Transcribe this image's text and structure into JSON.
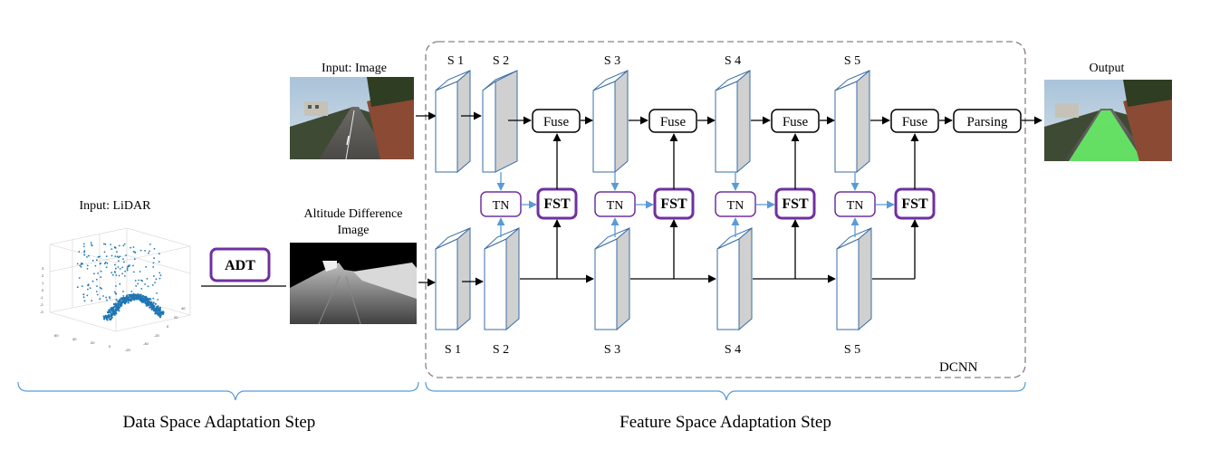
{
  "labels": {
    "input_image": "Input: Image",
    "input_lidar": "Input: LiDAR",
    "altitude_line1": "Altitude Difference",
    "altitude_line2": "Image",
    "output": "Output",
    "adt": "ADT",
    "dcnn": "DCNN",
    "data_step": "Data Space Adaptation Step",
    "feature_step": "Feature Space Adaptation Step",
    "parsing": "Parsing"
  },
  "stages": {
    "top": [
      "S 1",
      "S 2",
      "S 3",
      "S 4",
      "S 5"
    ],
    "bottom": [
      "S 1",
      "S 2",
      "S 3",
      "S 4",
      "S 5"
    ]
  },
  "fuse_label": "Fuse",
  "tn_label": "TN",
  "fst_label": "FST",
  "lidar_plot": {
    "z_ticks": [
      "3",
      "2",
      "1",
      "0",
      "-1",
      "-2",
      "-3"
    ],
    "x_ticks": [
      "60",
      "40",
      "20",
      "0",
      "-20"
    ],
    "y_ticks": [
      "40",
      "20",
      "0",
      "-20",
      "-40"
    ]
  },
  "colors": {
    "purple": "#7030a0",
    "arrow_blue": "#5b9bd5",
    "dashed_border": "#8c7f8c",
    "brace_blue": "#5b9bd5",
    "road_green": "#66ee66",
    "lidar_points": "#1f77b4"
  }
}
